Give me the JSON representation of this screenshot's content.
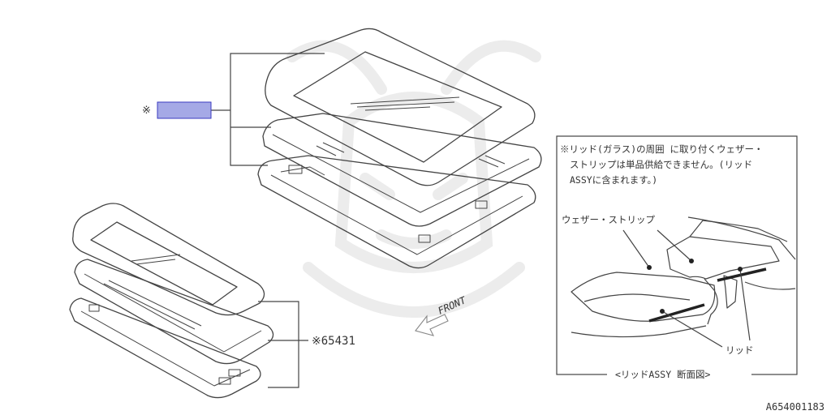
{
  "diagram": {
    "part_ref_marker": "※",
    "callout_bottom": "※65431",
    "front_label": "FRONT",
    "figure_id": "A654001183",
    "colors": {
      "line": "#444444",
      "highlight_fill": "#a5a9e6",
      "highlight_stroke": "#3a3ac0",
      "watermark": "#ececec"
    }
  },
  "detail_box": {
    "note_lines": [
      "※リッド(ガラス)の周囲 に取り付くウェザー・",
      "ストリップは単品供給できません。(リッド",
      "ASSYに含まれます。)"
    ],
    "label_weatherstrip": "ウェザー・ストリップ",
    "label_lid": "リッド",
    "caption": "<リッドASSY 断面図>"
  }
}
